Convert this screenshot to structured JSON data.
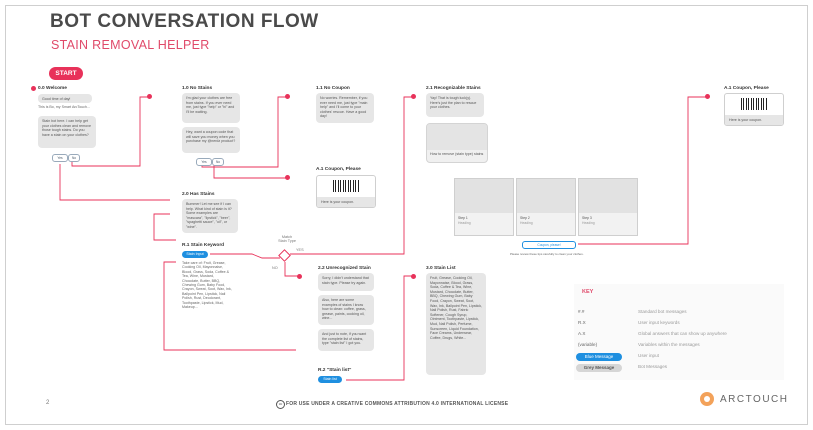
{
  "header": {
    "title": "BOT CONVERSATION FLOW",
    "subtitle": "STAIN REMOVAL HELPER",
    "start": "START"
  },
  "nodes": {
    "welcome": {
      "label": "0.0 Welcome",
      "bubble1": "Good time of day!",
      "note": "This is Bo, my Smart ArcTouch...",
      "bubble2": "Stain bot here. I can help get your clothes clean and remove those tough stains. Do you have a stain on your clothes?",
      "chip_yes": "Yes",
      "chip_no": "No"
    },
    "no_stains": {
      "label": "1.0 No Stains",
      "bubble1": "I'm glad your clothes are free from stains. If you ever need me, just type \"help\" or \"hi\" and I'll be waiting.",
      "bubble2": "Hey, want a coupon code that will save you money when you purchase my @nerdz product?",
      "chip_yes": "Yes",
      "chip_no": "No"
    },
    "no_coupon": {
      "label": "1.1 No Coupon",
      "bubble": "No worries. Remember, if you ever need me, just type \"main help\" and I'll come to your clothes' rescue. Have a good day!"
    },
    "coupon_please_1": {
      "label": "A.1 Coupon, Please",
      "caption": "Here is your coupon."
    },
    "has_stains": {
      "label": "2.0 Has Stains",
      "bubble": "Bummer! Let me see if I can help. What kind of stain is it? Some examples are \"mascara\", \"lipstick\", \"beer\", \"spaghetti sauce\", \"oil\", or \"wine\"."
    },
    "stain_keyword": {
      "label": "R.1 Stain Keyword",
      "chip": "Stain Input",
      "list": "Take care of: Fruit, Grease, Cooking Oil, Mayonnaise, Blood, Grass, Soda, Coffee & Tea, Wine, Mustard, Chocolate, Butter, BBQ, Chewing Gum, Baby Food, Crayon, Sweat, Soot, Wax, Ink, Ballpoint Pen, Lipstick, Nail Polish, Rust, Deodorant, Toothpaste, Lipstick, Mud, Makeup..."
    },
    "match_stain": {
      "label": "Match\nStain Type",
      "yes": "YES",
      "no": "NO"
    },
    "unrecognized": {
      "label": "2.2 Unrecognized Stain",
      "bubble1": "Sorry, I didn't understand that stain type. Please try again.",
      "bubble2": "Also, here are some examples of stains I know how to clean: coffee, grass, grease, paints, cooking oil, wine...",
      "bubble3": "And just to note, if you want the complete list of stains, type \"stain list\" I got you."
    },
    "stain_list_input": {
      "label": "R.2 \"Stain list\"",
      "chip": "Stain list"
    },
    "recognizable": {
      "label": "2.1 Recognizable Stains",
      "bubble1": "Yay! That is tough luck(y). Here's just the plan to rescue your clothes.",
      "bubble2": "How to remove (stain type) stains",
      "cards": [
        {
          "title": "Step 1",
          "sub": "Heading"
        },
        {
          "title": "Step 2",
          "sub": "Heading"
        },
        {
          "title": "Step 3",
          "sub": "Heading"
        }
      ],
      "coupon_link": "Coupon, please!",
      "footnote": "Please review these tips carefully to clean your clothes."
    },
    "stain_list": {
      "label": "3.0 Stain List",
      "bubble": "Fruit, Grease, Cooking Oil, Mayonnaise, Blood, Grass, Soda, Coffee & Tea, Wine, Mustard, Chocolate, Butter, BBQ, Chewing Gum, Baby Food, Crayon, Sweat, Soot, Wax, Ink, Ballpoint Pen, Lipstick, Nail Polish, Rust, Fabric Softener, Cough Syrup, Ointment, Toothpaste, Lipstick, Mud, Nail Polish, Perfume, Sunscreen, Liquid Foundation, Face Creams, Underwear, Coffee, Drugs, White..."
    },
    "coupon_please_2": {
      "label": "A.1 Coupon, Please",
      "caption": "Here is your coupon."
    }
  },
  "key": {
    "title": "KEY",
    "rows": [
      {
        "k": "#.#",
        "v": "Standard bot messages"
      },
      {
        "k": "R.X",
        "v": "User input keywords"
      },
      {
        "k": "A.X",
        "v": "Global answers that can show up anywhere"
      },
      {
        "k": "(variable)",
        "v": "Variables within the messages"
      },
      {
        "k": "Blue Message",
        "v": "User input"
      },
      {
        "k": "Grey Message",
        "v": "Bot Messages"
      }
    ]
  },
  "footer": {
    "page": "2",
    "cc": "cc",
    "license": "FOR USE UNDER A CREATIVE COMMONS ATTRIBUTION 4.0 INTERNATIONAL LICENSE",
    "logo": "ARCTOUCH"
  },
  "colors": {
    "accent": "#e8325a",
    "user_input": "#1e8fe0",
    "bot_bubble": "#e6e6e6"
  }
}
